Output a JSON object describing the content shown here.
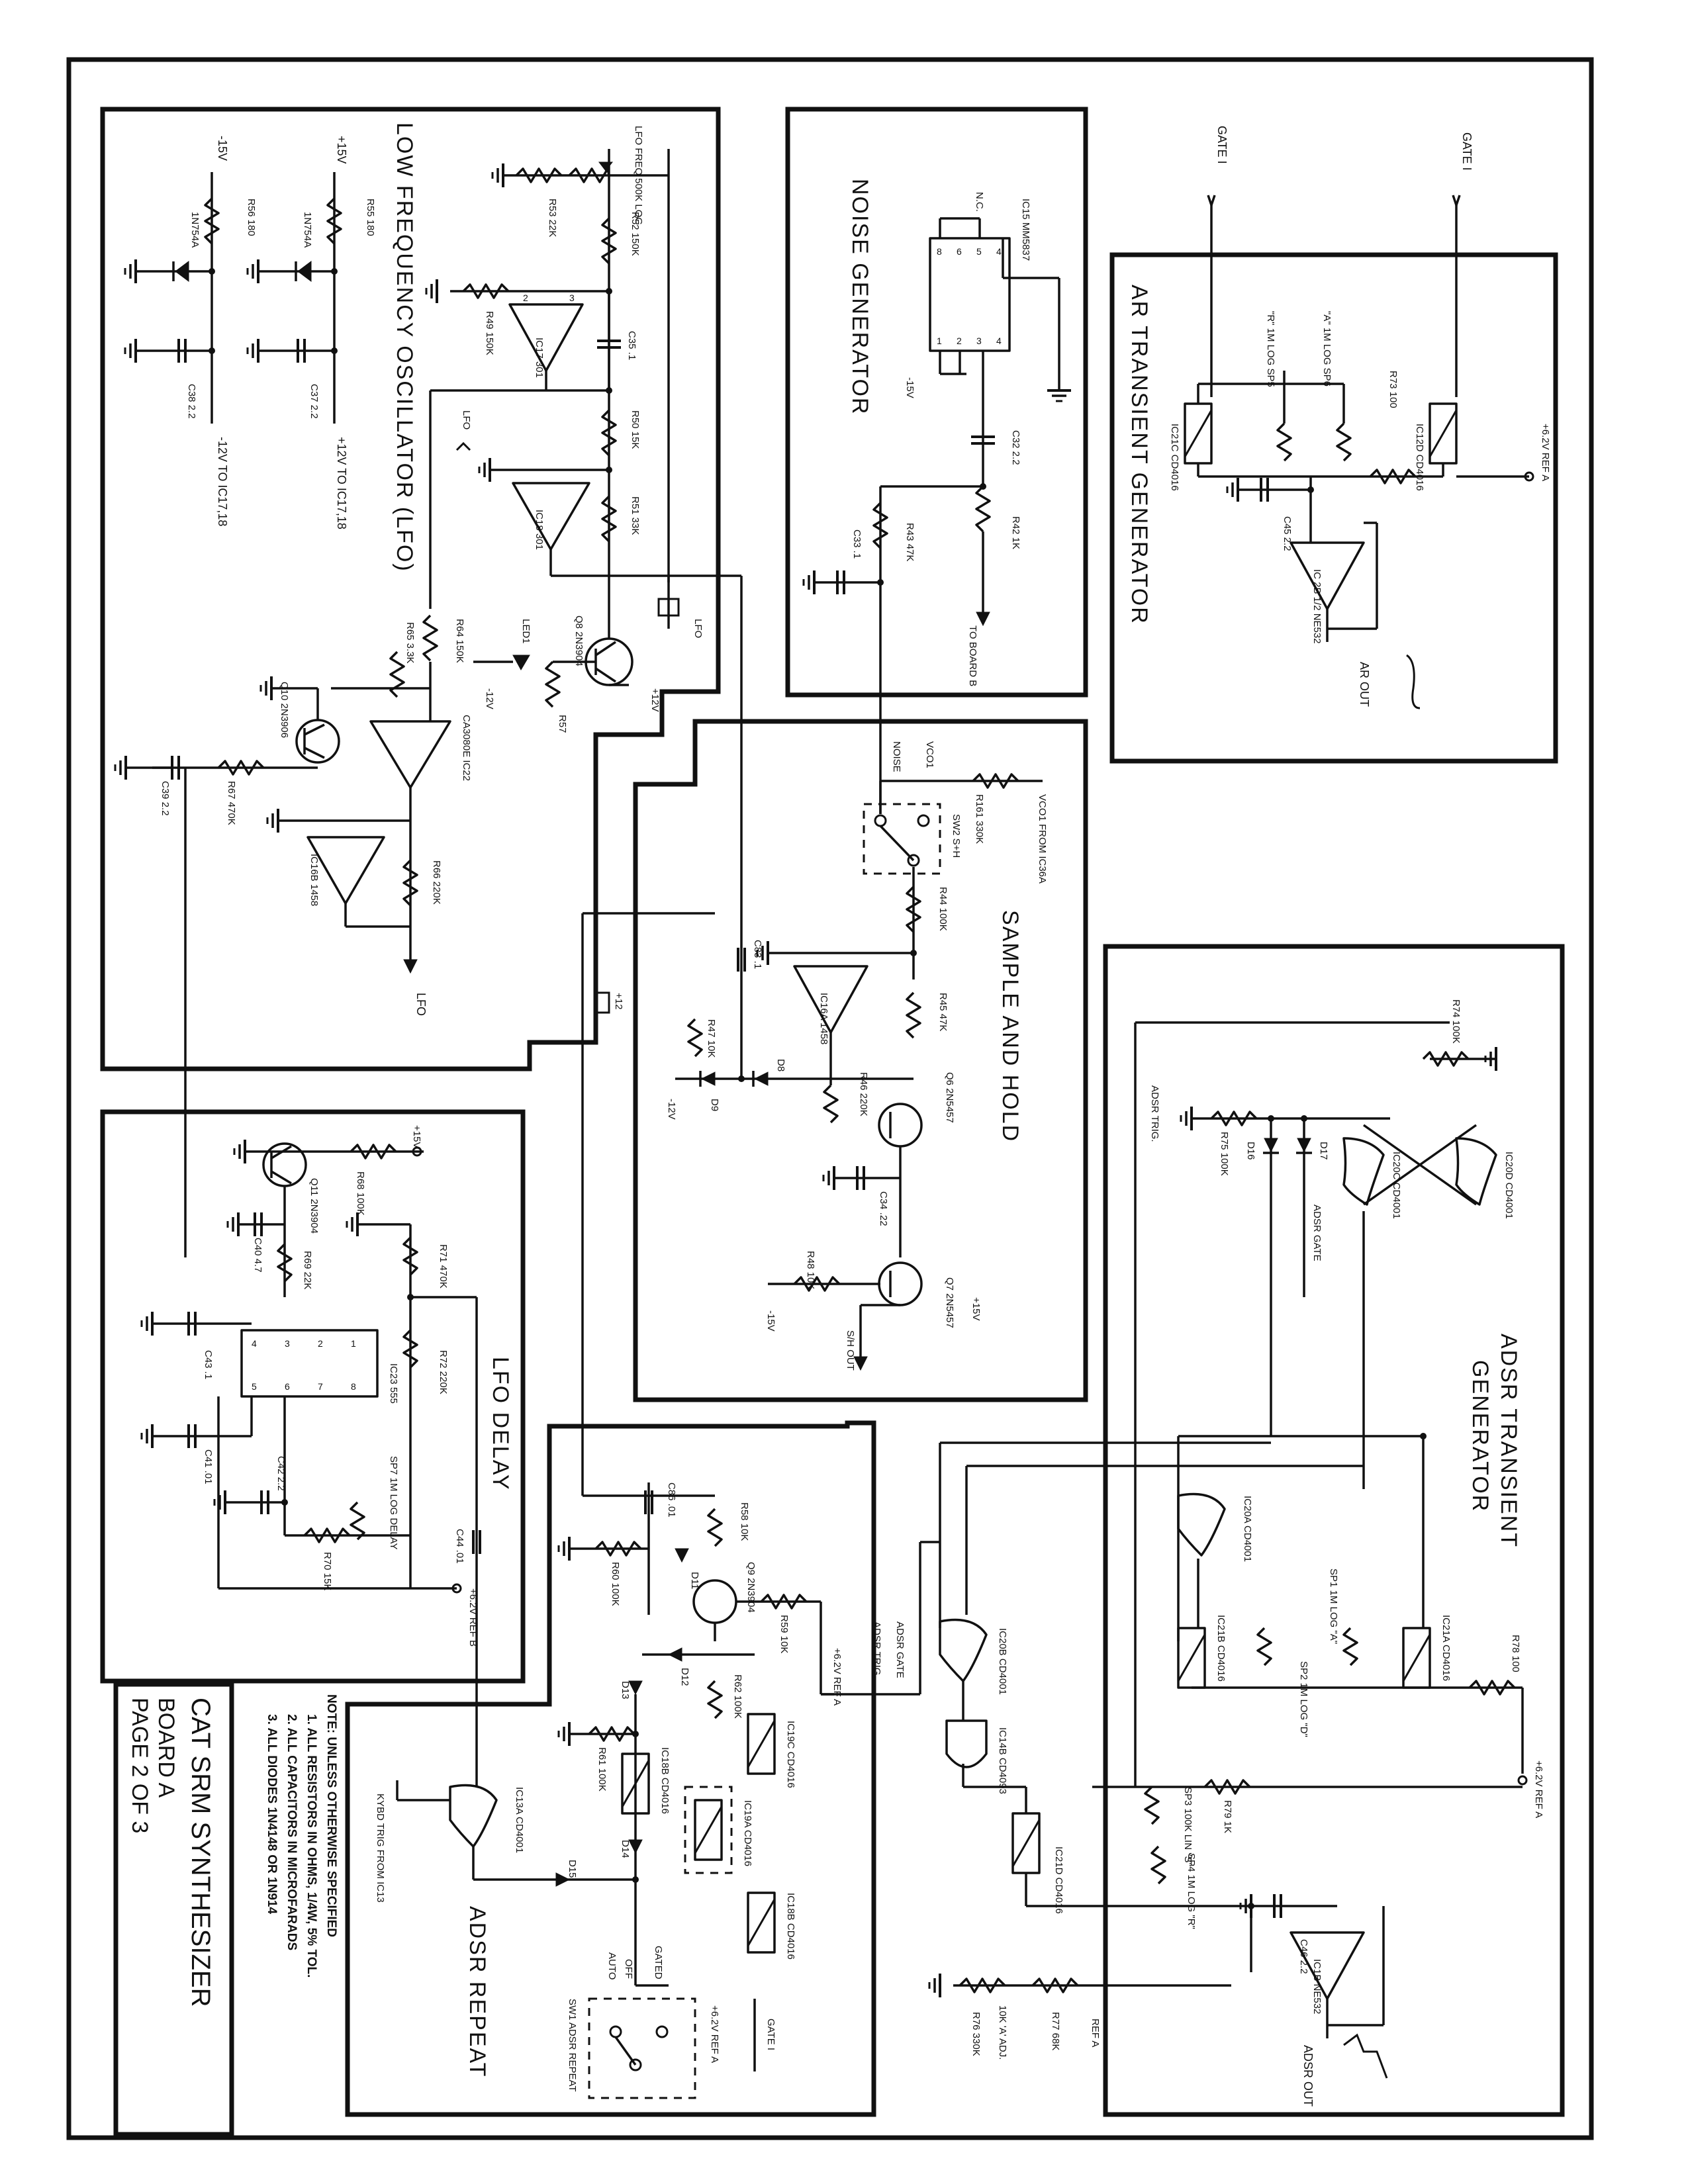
{
  "sections": {
    "lfo": "LOW FREQUENCY OSCILLATOR (LFO)",
    "noise": "NOISE GENERATOR",
    "ar": "AR TRANSIENT GENERATOR",
    "sh": "SAMPLE AND HOLD",
    "adsr_line1": "ADSR TRANSIENT",
    "adsr_line2": "GENERATOR",
    "lfo_delay": "LFO DELAY",
    "adsr_repeat": "ADSR REPEAT"
  },
  "title_block": {
    "title": "CAT SRM SYNTHESIZER",
    "board": "BOARD A",
    "page": "PAGE 2 OF 3"
  },
  "notes": {
    "heading": "NOTE: UNLESS OTHERWISE SPECIFIED",
    "line1": "1. ALL RESISTORS IN OHMS, 1/4W, 5% TOL.",
    "line2": "2. ALL CAPACITORS IN MICROFARADS",
    "line3": "3. ALL DIODES 1N4148 OR 1N914"
  },
  "lfo": {
    "supply_neg15": "-15V",
    "supply_pos15": "+15V",
    "r56": "R56 180",
    "r55": "R55 180",
    "z1": "1N754A",
    "z2": "1N754A",
    "c38": "C38 2.2",
    "c37": "C37 2.2",
    "rail_neg": "-12V TO IC17,18",
    "rail_pos": "+12V TO IC17,18",
    "r53": "R53 22K",
    "rfreq": "LFO FREQ 500K LOG",
    "r52": "R52 150K",
    "r49": "R49 150K",
    "ic17": "IC17 301",
    "c35": "C35 .1",
    "lfo_tri": "LFO",
    "r50": "R50 15K",
    "r51": "R51 33K",
    "ic18": "IC18 301",
    "q8": "Q8 2N3904",
    "led": "LED1",
    "r57": "R57",
    "lfo_sq": "LFO",
    "pos12": "+12V",
    "neg12": "-12V",
    "r64": "R64 150K",
    "r65": "R65 3.3K",
    "q10": "Q10 2N3906",
    "ic22": "CA3080E IC22",
    "r67": "R67 470K",
    "c39": "C39 2.2",
    "ic16b": "IC16B 1458",
    "r66": "R66 220K",
    "lfo_out": "LFO"
  },
  "noise": {
    "nc": "N.C.",
    "ic15": "IC15 MM5837",
    "neg15": "-15V",
    "c32": "C32 2.2",
    "r42": "R42 1K",
    "r43": "R43 47K",
    "c33": "C33 .1",
    "to_board": "TO BOARD B"
  },
  "ar": {
    "gate1a": "GATE I",
    "gate1b": "GATE I",
    "a_pot": "\"A\" 1M LOG SP6",
    "r_pot": "\"R\" 1M LOG SP5",
    "r73": "R73 100",
    "ic21c": "IC21C CD4016",
    "ic12d": "IC12D CD4016",
    "ref": "+6.2V REF A",
    "c45": "C45 2.2",
    "ic2b": "IC 2B 1/2 NE532",
    "out": "AR OUT"
  },
  "sh": {
    "noise": "NOISE",
    "vco1": "VCO1",
    "vco1_from": "VCO1 FROM IC36A",
    "r161": "R161 330K",
    "sw2": "SW2 S+H",
    "r44": "R44 100K",
    "c83": "C83 .1",
    "r47": "R47 10K",
    "ic16a": "IC16A 1458",
    "r45": "R45 47K",
    "r46": "R46 220K",
    "d8": "D8",
    "d9": "D9",
    "neg12": "-12V",
    "q6": "Q6 2N5457",
    "c34": "C34 .22",
    "r48": "R48 10K",
    "q7": "Q7 2N5457",
    "neg15": "-15V",
    "pos15": "+15V",
    "out": "S/H OUT",
    "clk": "+12"
  },
  "adsr": {
    "trig": "ADSR TRIG.",
    "gate": "ADSR GATE",
    "r74": "R74 100K",
    "r75": "R75 100K",
    "d16": "D16",
    "d17": "D17",
    "ic20c": "IC20C CD4001",
    "ic20d": "IC20D CD4001",
    "ic20a": "IC20A CD4001",
    "sp1": "SP1 1M LOG \"A\"",
    "sp2": "SP2 1M LOG \"D\"",
    "sp3": "SP3 100K LIN \"S\"",
    "sp4": "SP4 1M LOG \"R\"",
    "ic21b": "IC21B CD4016",
    "ic21a": "IC21A CD4016",
    "ic21d": "IC21D CD4016",
    "r78": "R78 100",
    "r79": "R79 1K",
    "c46": "C46 2.2",
    "ic19": "IC1B NE532",
    "ref": "+6.2V REF A",
    "r76": "R76 330K",
    "r77": "R77 68K",
    "adj": "10K 'A' ADJ.",
    "out": "ADSR OUT",
    "ref2": "REF A"
  },
  "lfo_delay": {
    "pos15": "+15V",
    "q11": "Q11 2N3904",
    "r68": "R68 100K",
    "c40": "C40 4.7",
    "r69": "R69 22K",
    "r71": "R71 470K",
    "r72": "R72 220K",
    "ic23": "IC23 555",
    "c43": "C43 .1",
    "c41": "C41 .01",
    "c42": "C42 2.2",
    "sp7": "SP7 1M LOG DELAY",
    "r70": "R70 15K",
    "c44": "C44 .01",
    "ref": "+6.2V REF B",
    "pins": [
      "4",
      "3",
      "2",
      "1",
      "5",
      "6",
      "7",
      "8"
    ]
  },
  "adsr_repeat": {
    "r60": "R60 100K",
    "d11": "D11",
    "c86": "C86 .01",
    "r58": "R58 10K",
    "q9": "Q9 2N3904",
    "r59": "R59 10K",
    "d13": "D13",
    "d12": "D12",
    "r62": "R62 100K",
    "r61": "R61 100K",
    "ic18b": "IC18B CD4016",
    "ic19c": "IC19C CD4016",
    "ic19a": "IC19A CD4016",
    "ic18b2": "IC18B CD4016",
    "ref": "+6.2V REF A",
    "d14": "D14",
    "d15": "D15",
    "ic13a": "IC13A CD4001",
    "kybd": "KYBD TRIG FROM IC13",
    "sw1": "SW1 ADSR REPEAT",
    "off": "OFF",
    "auto": "AUTO",
    "gated": "GATED",
    "gate1": "GATE I",
    "ref2": "+6.2V REF A",
    "ic20b": "IC20B CD4001",
    "ic14b": "IC14B CD4093",
    "trig": "ADSR TRIG.",
    "gate": "ADSR GATE"
  }
}
